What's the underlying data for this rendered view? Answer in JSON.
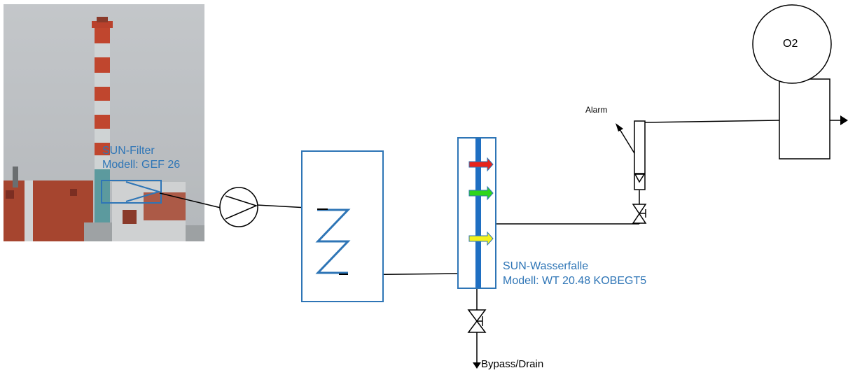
{
  "labels": {
    "filter_line1": "SUN-Filter",
    "filter_line2": "Modell: GEF 26",
    "waterfall_line1": "SUN-Wasserfalle",
    "waterfall_line2": "Modell: WT 20.48 KOBEGT5",
    "alarm": "Alarm",
    "o2": "O2",
    "bypass": "Bypass/Drain"
  },
  "colors": {
    "label_blue": "#2e75b6",
    "line": "#000000",
    "indicator_high": "#e8241c",
    "indicator_mid": "#2ed51b",
    "indicator_low": "#f4f21c"
  },
  "icons": {
    "pump": "pump-symbol",
    "cooler": "heat-exchanger-coil",
    "valve": "valve-symbol",
    "analyzer": "o2-analyzer"
  }
}
